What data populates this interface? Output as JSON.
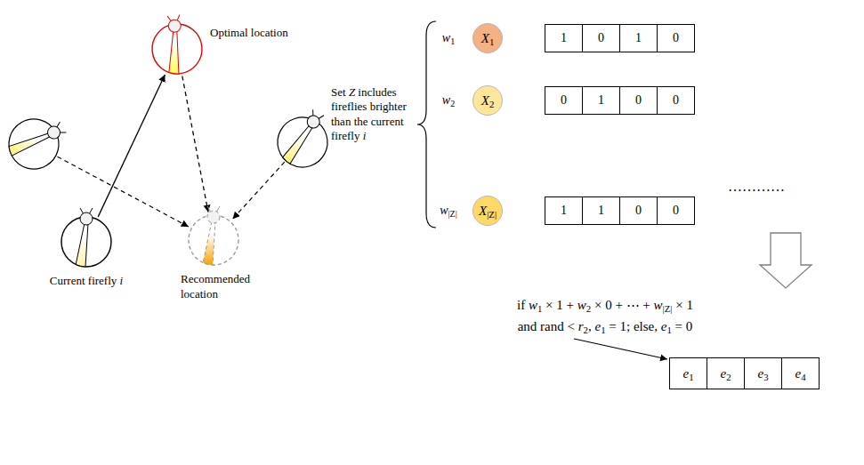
{
  "diagram": {
    "nodes": [
      {
        "text": [
          "Optimal location"
        ]
      },
      {
        "text": [
          "Current firefly i"
        ]
      },
      {
        "text": [
          "Recommended location"
        ]
      },
      {
        "text": [
          "X1"
        ]
      },
      {
        "text": [
          "1"
        ]
      },
      {
        "text": [
          "0"
        ]
      },
      {
        "text": [
          "1"
        ]
      },
      {
        "text": [
          "0"
        ]
      },
      {
        "text": [
          "X2"
        ]
      },
      {
        "text": [
          "0"
        ]
      },
      {
        "text": [
          "1"
        ]
      },
      {
        "text": [
          "0"
        ]
      },
      {
        "text": [
          "0"
        ]
      },
      {
        "text": [
          "X|Z|"
        ]
      },
      {
        "text": [
          "1"
        ]
      },
      {
        "text": [
          "1"
        ]
      },
      {
        "text": [
          "0"
        ]
      },
      {
        "text": [
          "0"
        ]
      },
      {
        "text": [
          "e1"
        ]
      },
      {
        "text": [
          "e2"
        ]
      },
      {
        "text": [
          "e3"
        ]
      },
      {
        "text": [
          "e4"
        ]
      }
    ],
    "edges": [
      {
        "from": 1,
        "to": 0,
        "arrow": "to"
      },
      {
        "from": 0,
        "to": 2,
        "arrow": "to"
      }
    ],
    "labels": [
      "Set Z includes fireflies brighter than the current firefly i",
      "w1",
      "w2",
      "…………",
      "w|Z|",
      "if w1 × 1 + w2 × 0 + ⋯ + w|Z| × 1",
      "and rand < r2, e1 = 1; else, e1 = 0"
    ]
  }
}
